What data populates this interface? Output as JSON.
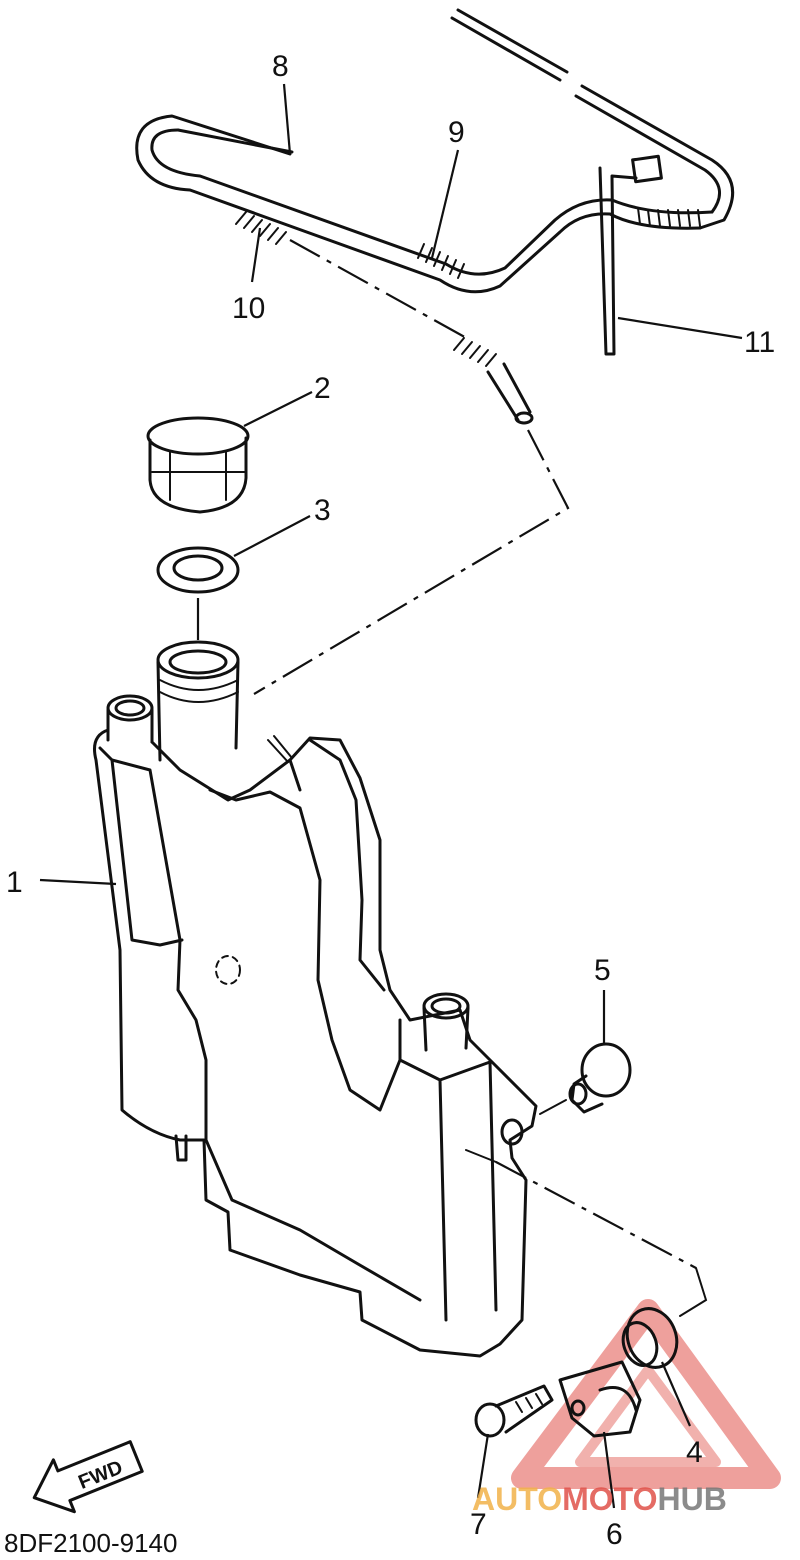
{
  "callouts": {
    "p1": "1",
    "p2": "2",
    "p3": "3",
    "p4": "4",
    "p5": "5",
    "p6": "6",
    "p7": "7",
    "p8": "8",
    "p9": "9",
    "p10": "10",
    "p11": "11"
  },
  "fwd_label": "FWD",
  "diagram_code": "8DF2100-9140",
  "watermark": {
    "part_a": "AUTO",
    "part_b": "MOTO",
    "part_c": "HUB"
  },
  "colors": {
    "ink": "#111111",
    "watermark_red": "#e0524a",
    "watermark_orange": "#f2b24a"
  }
}
